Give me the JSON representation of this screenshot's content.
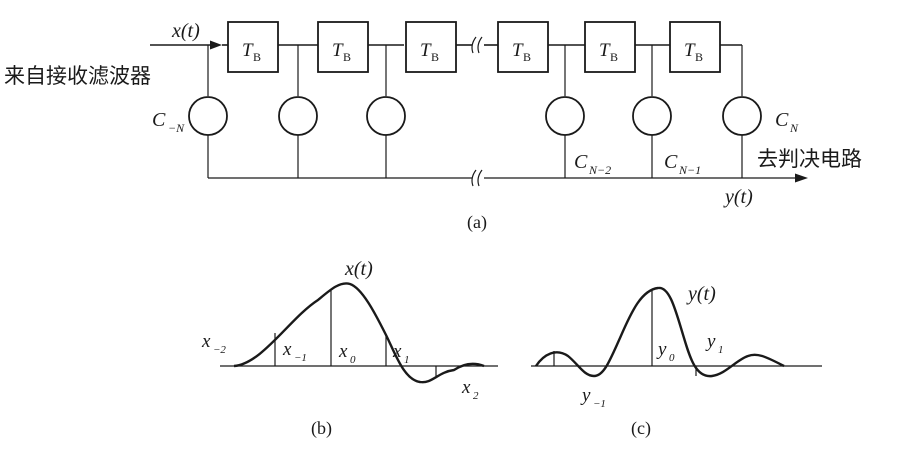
{
  "panel_a": {
    "input_signal": "x(t)",
    "input_source": "来自接收滤波器",
    "delay_label_main": "T",
    "delay_label_sub": "B",
    "output_signal": "y(t)",
    "output_dest": "去判决电路",
    "tap_left": {
      "main": "C",
      "sub": "−N"
    },
    "tap_right": {
      "main": "C",
      "sub": "N"
    },
    "tap_n_minus_2": {
      "main": "C",
      "sub": "N−2"
    },
    "tap_n_minus_1": {
      "main": "C",
      "sub": "N−1"
    },
    "caption": "(a)"
  },
  "panel_b": {
    "signal": "x(t)",
    "samples": [
      {
        "main": "x",
        "sub": "−2"
      },
      {
        "main": "x",
        "sub": "−1"
      },
      {
        "main": "x",
        "sub": "0"
      },
      {
        "main": "x",
        "sub": "1"
      },
      {
        "main": "x",
        "sub": "2"
      }
    ],
    "caption": "(b)"
  },
  "panel_c": {
    "signal": "y(t)",
    "samples": [
      {
        "main": "y",
        "sub": "−1"
      },
      {
        "main": "y",
        "sub": "0"
      },
      {
        "main": "y",
        "sub": "1"
      }
    ],
    "caption": "(c)"
  },
  "colors": {
    "ink": "#1a1a1a",
    "background": "#ffffff"
  }
}
